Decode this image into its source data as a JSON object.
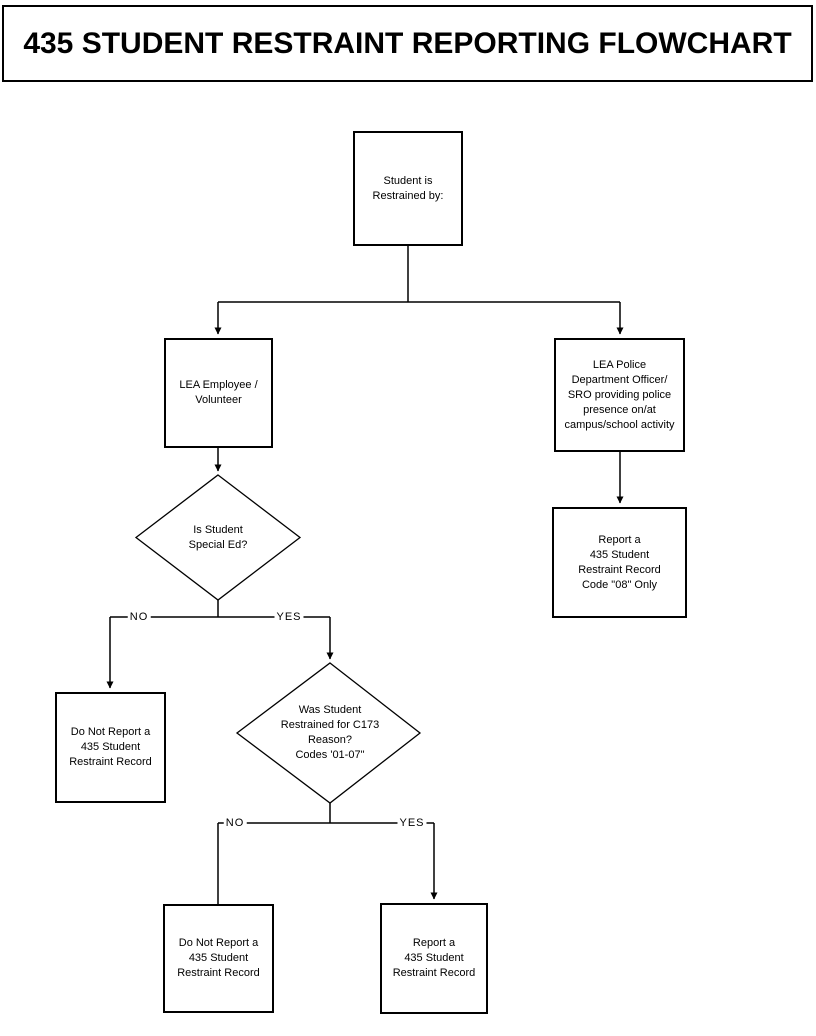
{
  "title": "435 STUDENT RESTRAINT REPORTING FLOWCHART",
  "nodes": {
    "start": {
      "text": "Student is\nRestrained by:"
    },
    "lea_employee": {
      "text": "LEA Employee /\nVolunteer"
    },
    "lea_police": {
      "text": "LEA Police\nDepartment Officer/\nSRO providing police\npresence on/at\ncampus/school activity"
    },
    "report_code08": {
      "text": "Report a\n435 Student\nRestraint Record\nCode \"08\" Only"
    },
    "special_ed": {
      "text": "Is Student\nSpecial Ed?"
    },
    "do_not_report_1": {
      "text": "Do Not Report a\n435 Student\nRestraint Record"
    },
    "c173_reason": {
      "text": "Was Student\nRestrained for C173\nReason?\nCodes '01-07\""
    },
    "do_not_report_2": {
      "text": "Do Not Report a\n435 Student\nRestraint Record"
    },
    "report_435": {
      "text": "Report a\n435 Student\nRestraint Record"
    }
  },
  "labels": {
    "special_ed_no": "NO",
    "special_ed_yes": "YES",
    "c173_no": "NO",
    "c173_yes": "YES"
  },
  "colors": {
    "line": "#000000",
    "text": "#000000",
    "background": "#ffffff"
  }
}
